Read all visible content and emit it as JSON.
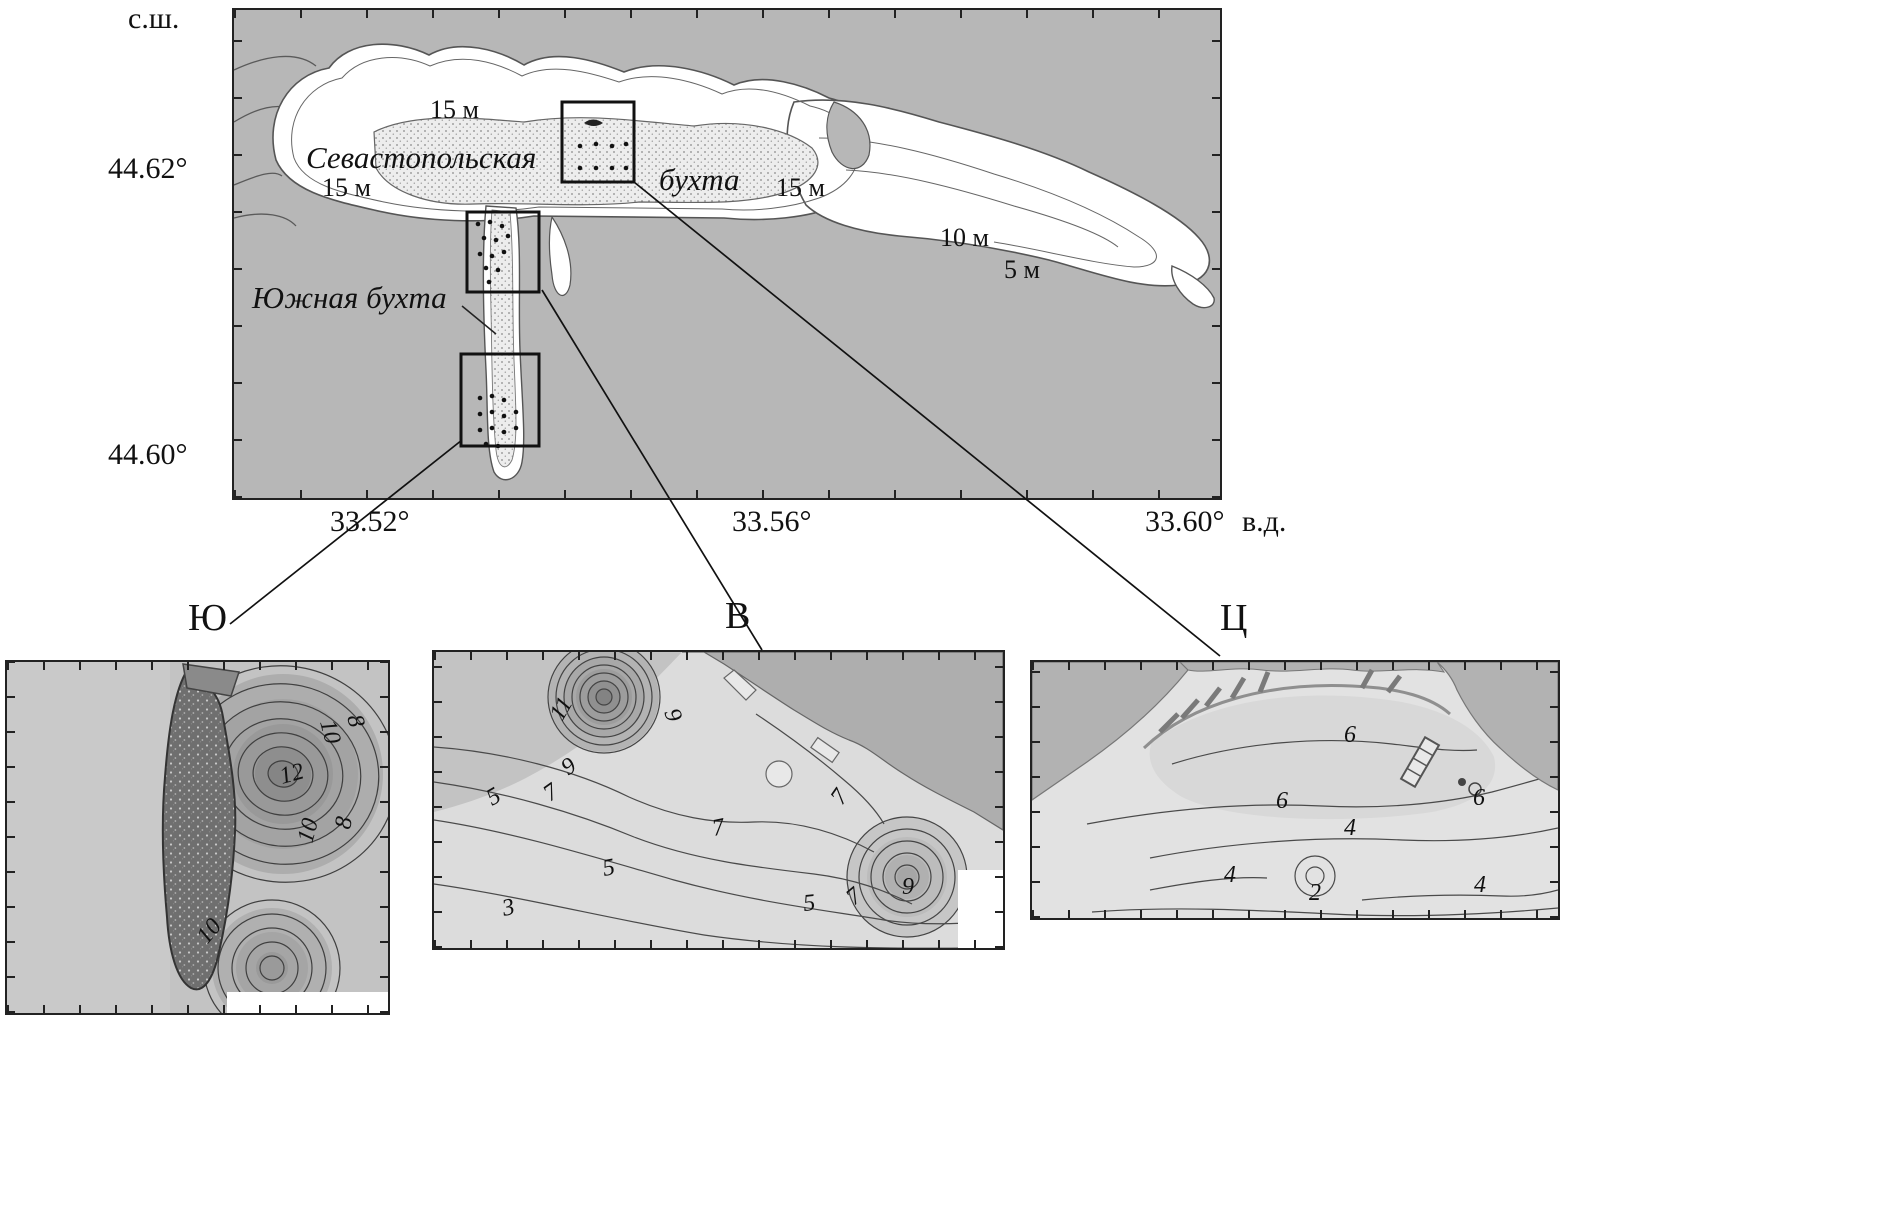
{
  "map": {
    "axis": {
      "lat_unit": "с.ш.",
      "lon_unit": "в.д.",
      "lat_ticks": [
        "44.62°",
        "44.60°"
      ],
      "lon_ticks": [
        "33.52°",
        "33.56°",
        "33.60°"
      ]
    },
    "labels": {
      "bay_main_1": "Севастопольская",
      "bay_main_2": "бухта",
      "bay_south": "Южная бухта",
      "depth_15_a": "15 м",
      "depth_15_b": "15 м",
      "depth_15_c": "15 м",
      "depth_10": "10 м",
      "depth_5": "5 м"
    }
  },
  "panels": [
    {
      "id": "south",
      "label": "Ю",
      "contours": [
        "8",
        "10",
        "12",
        "10",
        "8",
        "10"
      ]
    },
    {
      "id": "east",
      "label": "В",
      "contours": [
        "11",
        "9",
        "9",
        "5",
        "7",
        "7",
        "5",
        "3",
        "5",
        "7",
        "9",
        "7"
      ]
    },
    {
      "id": "center",
      "label": "Ц",
      "contours": [
        "6",
        "6",
        "4",
        "4",
        "2",
        "4",
        "6"
      ]
    }
  ],
  "colors": {
    "land": "#b7b7b7",
    "water": "#ffffff",
    "contour": "#4a4a4a",
    "stipple_base": "#ededed"
  }
}
